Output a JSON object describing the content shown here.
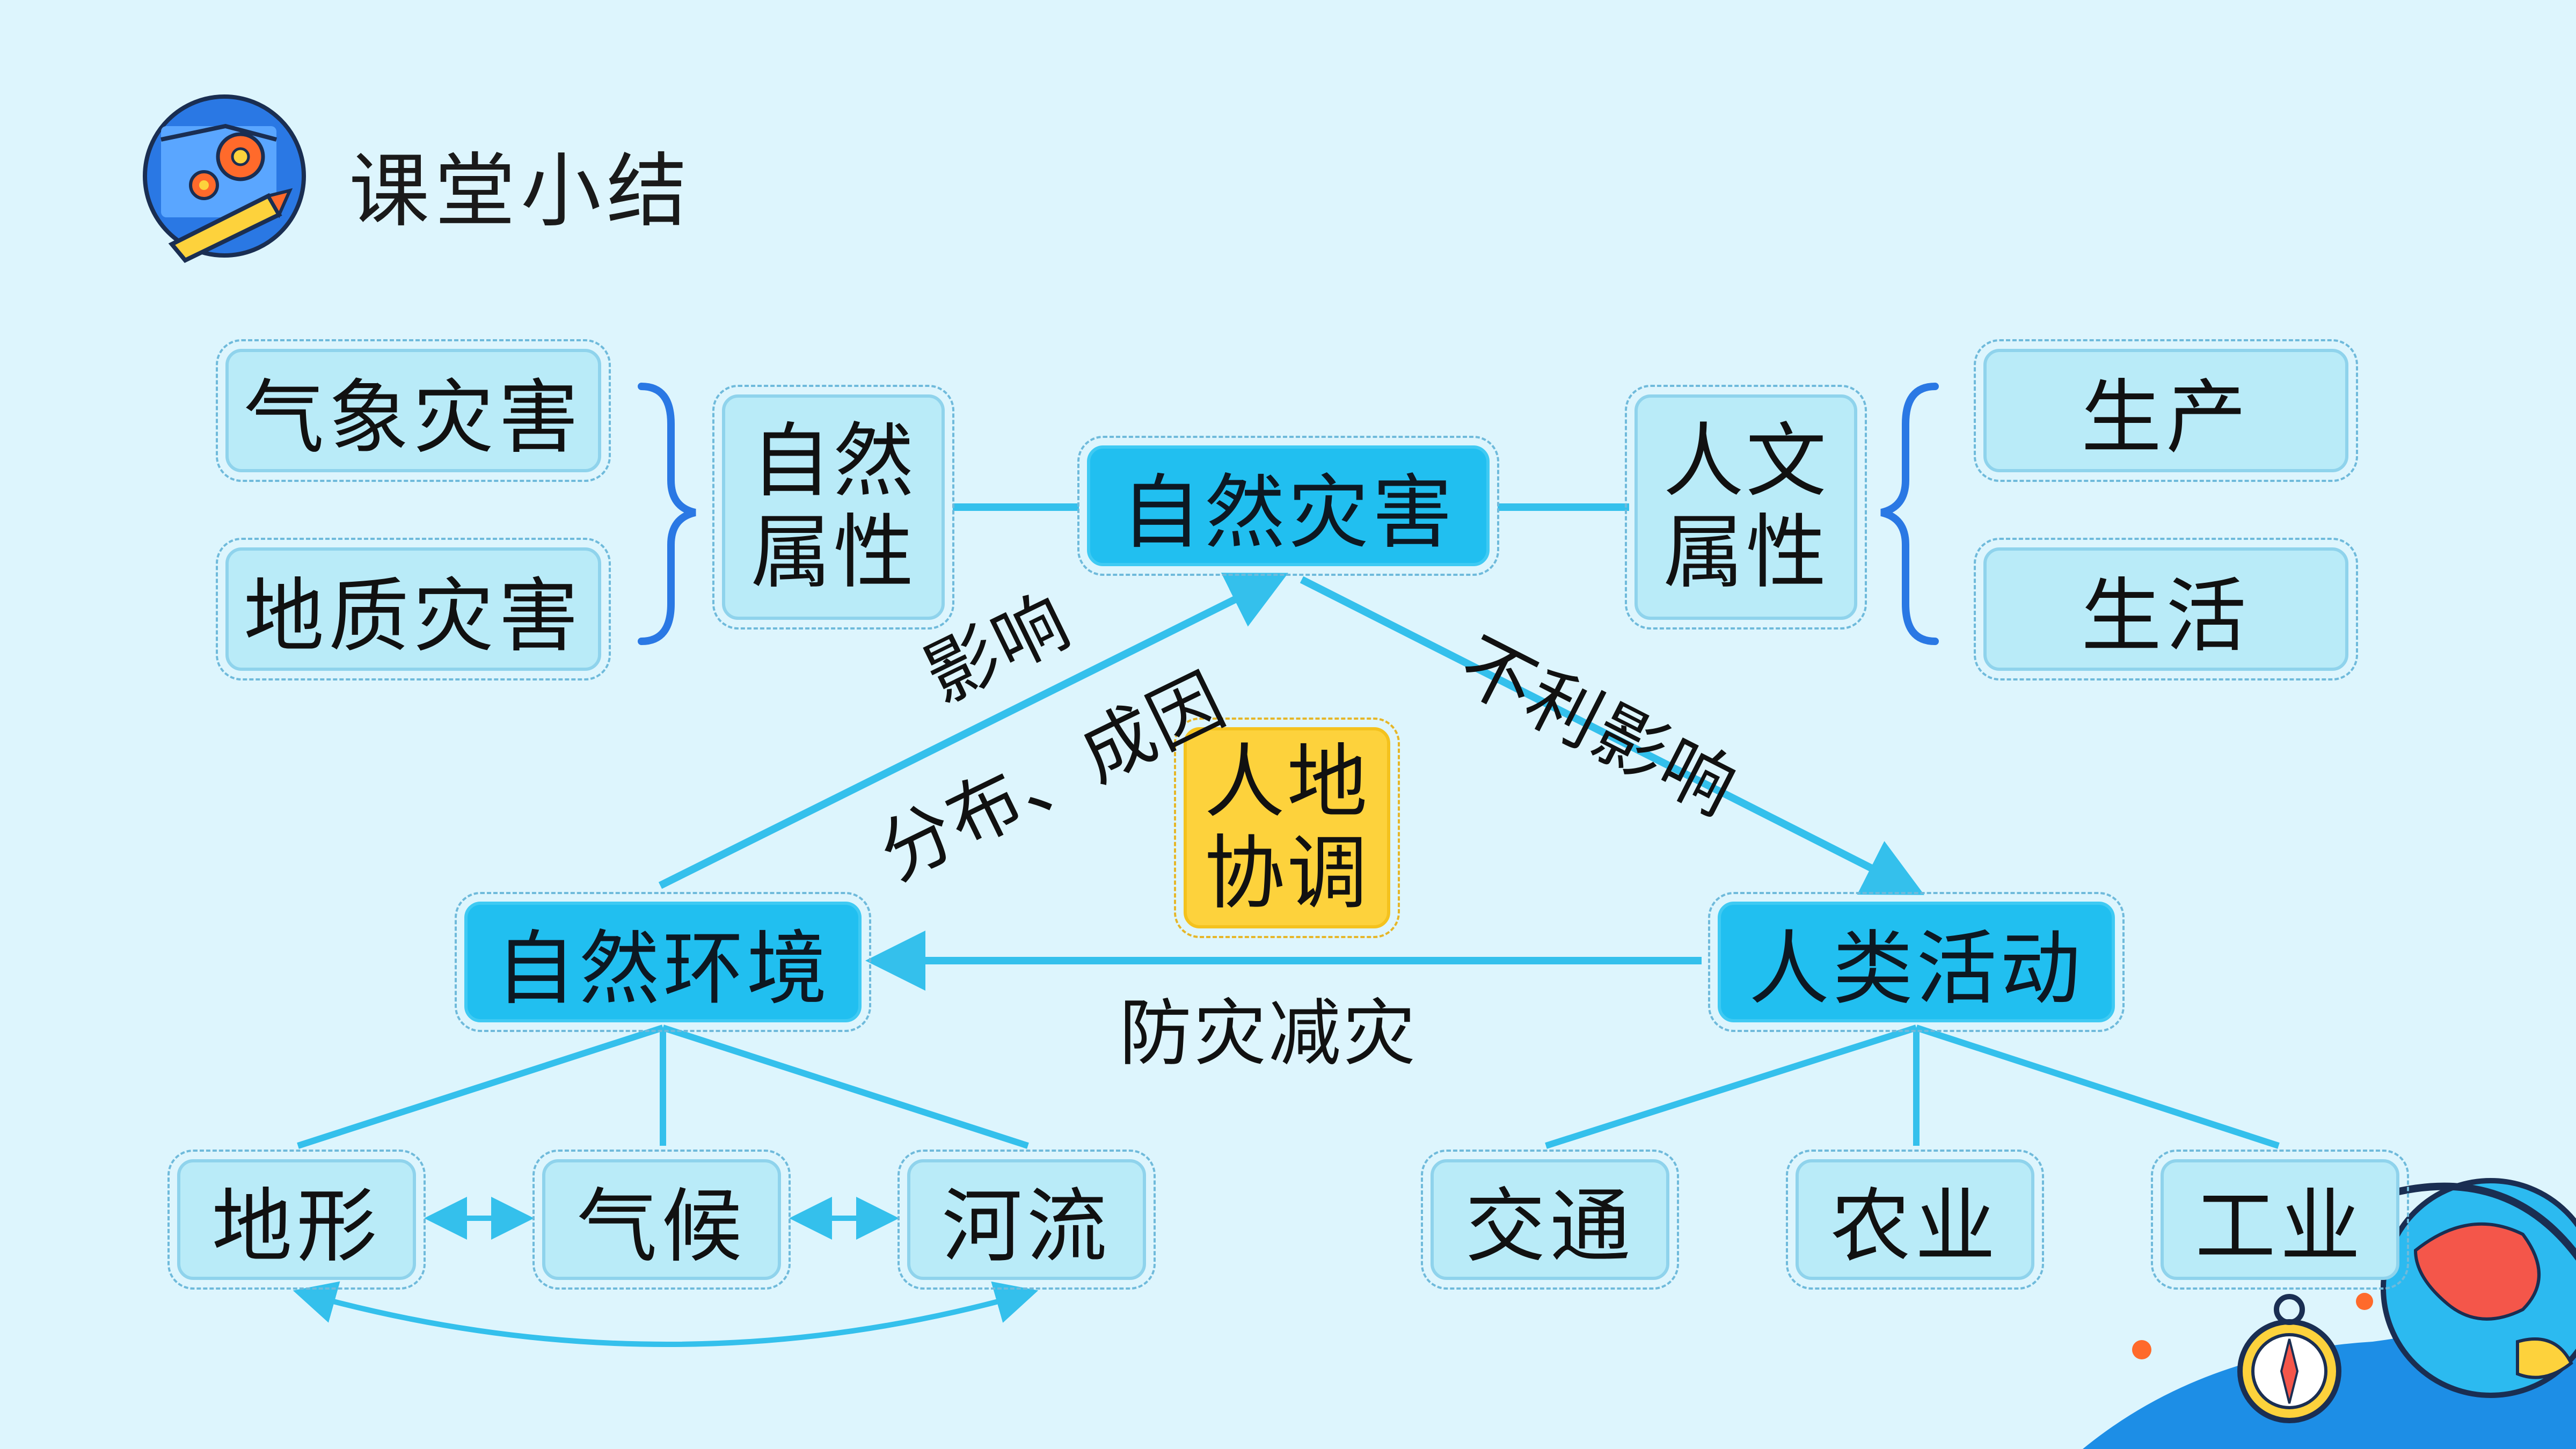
{
  "header": {
    "title": "课堂小结"
  },
  "center": {
    "text": "自然灾害"
  },
  "natural_attr": {
    "text": "自然\n属性"
  },
  "human_attr": {
    "text": "人文\n属性"
  },
  "natural_types": [
    "气象灾害",
    "地质灾害"
  ],
  "human_types": [
    "生产",
    "生活"
  ],
  "natural_env": {
    "text": "自然环境"
  },
  "human_activity": {
    "text": "人类活动"
  },
  "harmony": {
    "text": "人地\n协调"
  },
  "labels": {
    "influence": "影响",
    "distribution_cause": "分布、成因",
    "adverse_influence": "不利影响",
    "disaster_prevention": "防灾减灾"
  },
  "env_elements": [
    "地形",
    "气候",
    "河流"
  ],
  "activity_elements": [
    "交通",
    "农业",
    "工业"
  ],
  "colors": {
    "background": "#ddf5fd",
    "main_box": "#21bff0",
    "leaf_box": "#b9ebf8",
    "highlight_box": "#fdd23c",
    "connector": "#34c0ec",
    "brace": "#2a78e4"
  }
}
